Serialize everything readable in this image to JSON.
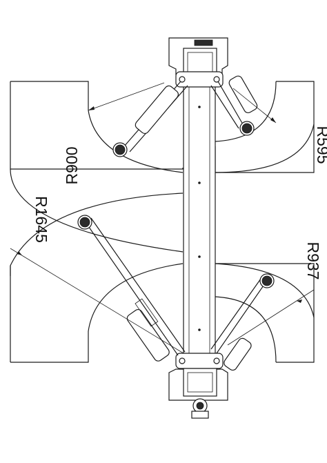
{
  "labels": {
    "r900": "R900",
    "r595": "R595",
    "r1645": "R1645",
    "r937": "R937"
  },
  "colors": {
    "line": "#1a1a1a",
    "background": "#ffffff"
  }
}
